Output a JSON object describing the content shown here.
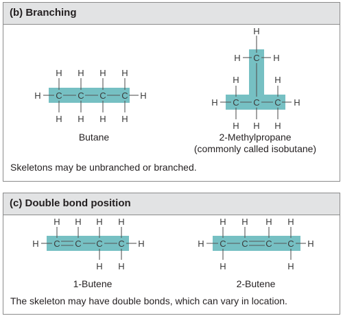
{
  "branching": {
    "heading": "(b) Branching",
    "butane_label": "Butane",
    "methylpropane_label": "2-Methylpropane",
    "methylpropane_sub": "(commonly called isobutane)",
    "caption": "Skeletons may be unbranched or branched."
  },
  "double_bond": {
    "heading": "(c) Double bond position",
    "butene1_label": "1-Butene",
    "butene2_label": "2-Butene",
    "caption": "The skeleton may have double bonds, which can vary in location."
  },
  "atoms": {
    "carbon": "C",
    "hydrogen": "H"
  },
  "colors": {
    "skeleton_highlight": "#76c0c3",
    "header_bg": "#e2e3e4"
  }
}
